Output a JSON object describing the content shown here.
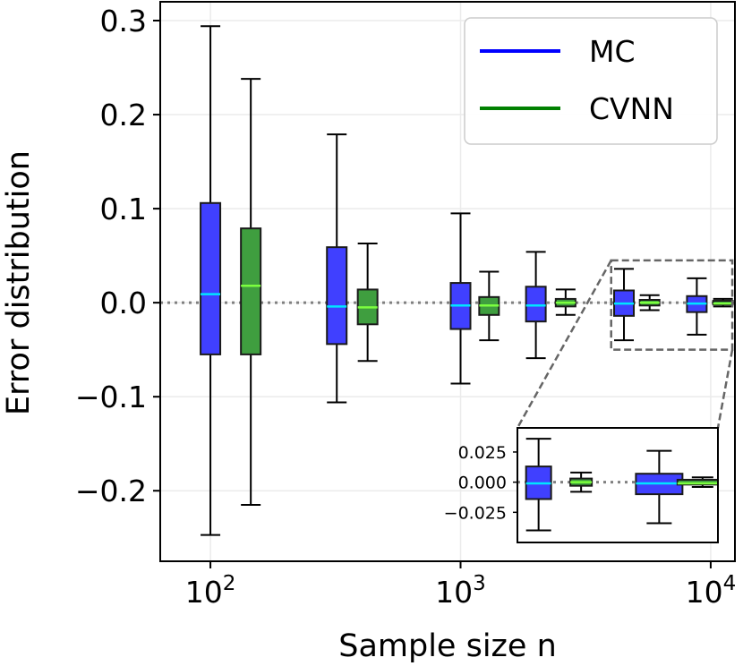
{
  "chart_data": {
    "type": "box",
    "xlabel": "Sample size n",
    "ylabel": "Error distribution",
    "xscale": "log",
    "xlim": [
      63,
      12500
    ],
    "ylim": [
      -0.275,
      0.32
    ],
    "xticks": [
      {
        "value": 100,
        "base": "10",
        "exp": "2"
      },
      {
        "value": 1000,
        "base": "10",
        "exp": "3"
      },
      {
        "value": 10000,
        "base": "10",
        "exp": "4"
      }
    ],
    "yticks": [
      {
        "value": 0.3,
        "label": "0.3"
      },
      {
        "value": 0.2,
        "label": "0.2"
      },
      {
        "value": 0.1,
        "label": "0.1"
      },
      {
        "value": 0.0,
        "label": "0.0"
      },
      {
        "value": -0.1,
        "label": "−0.1"
      },
      {
        "value": -0.2,
        "label": "−0.2"
      }
    ],
    "grid": true,
    "reference_line": 0.0,
    "legend_position": "top-right",
    "colors": {
      "MC": "#4040ff",
      "CVNN": "#3f9e3f",
      "mc_median": "#00e5ff",
      "cvnn_median": "#7cff3f"
    },
    "legend": [
      {
        "label": "MC",
        "color": "#0000ff"
      },
      {
        "label": "CVNN",
        "color": "#008000"
      }
    ],
    "series": [
      {
        "name": "MC",
        "boxes": [
          {
            "n": 100,
            "whisker_low": -0.247,
            "q1": -0.055,
            "median": 0.009,
            "q3": 0.106,
            "whisker_high": 0.294
          },
          {
            "n": 320,
            "whisker_low": -0.106,
            "q1": -0.044,
            "median": -0.004,
            "q3": 0.059,
            "whisker_high": 0.179
          },
          {
            "n": 1000,
            "whisker_low": -0.086,
            "q1": -0.028,
            "median": -0.003,
            "q3": 0.021,
            "whisker_high": 0.095
          },
          {
            "n": 2000,
            "whisker_low": -0.059,
            "q1": -0.02,
            "median": -0.003,
            "q3": 0.017,
            "whisker_high": 0.054
          },
          {
            "n": 4500,
            "whisker_low": -0.04,
            "q1": -0.014,
            "median": -0.001,
            "q3": 0.013,
            "whisker_high": 0.036
          },
          {
            "n": 8800,
            "whisker_low": -0.034,
            "q1": -0.01,
            "median": -0.001,
            "q3": 0.007,
            "whisker_high": 0.026
          }
        ]
      },
      {
        "name": "CVNN",
        "boxes": [
          {
            "n": 145,
            "whisker_low": -0.215,
            "q1": -0.055,
            "median": 0.018,
            "q3": 0.079,
            "whisker_high": 0.238
          },
          {
            "n": 425,
            "whisker_low": -0.062,
            "q1": -0.023,
            "median": -0.005,
            "q3": 0.014,
            "whisker_high": 0.063
          },
          {
            "n": 1300,
            "whisker_low": -0.04,
            "q1": -0.013,
            "median": -0.003,
            "q3": 0.006,
            "whisker_high": 0.033
          },
          {
            "n": 2630,
            "whisker_low": -0.013,
            "q1": -0.004,
            "median": 0.0,
            "q3": 0.004,
            "whisker_high": 0.014
          },
          {
            "n": 5700,
            "whisker_low": -0.008,
            "q1": -0.003,
            "median": 0.0,
            "q3": 0.003,
            "whisker_high": 0.008
          },
          {
            "n": 11200,
            "whisker_low": -0.004,
            "q1": -0.002,
            "median": -0.001,
            "q3": 0.002,
            "whisker_high": 0.004
          }
        ]
      }
    ],
    "inset": {
      "ylim": [
        -0.05,
        0.045
      ],
      "yticks": [
        {
          "value": 0.025,
          "label": "0.025"
        },
        {
          "value": 0.0,
          "label": "0.000"
        },
        {
          "value": -0.025,
          "label": "−0.025"
        }
      ],
      "xlim": [
        4000,
        12200
      ]
    }
  }
}
